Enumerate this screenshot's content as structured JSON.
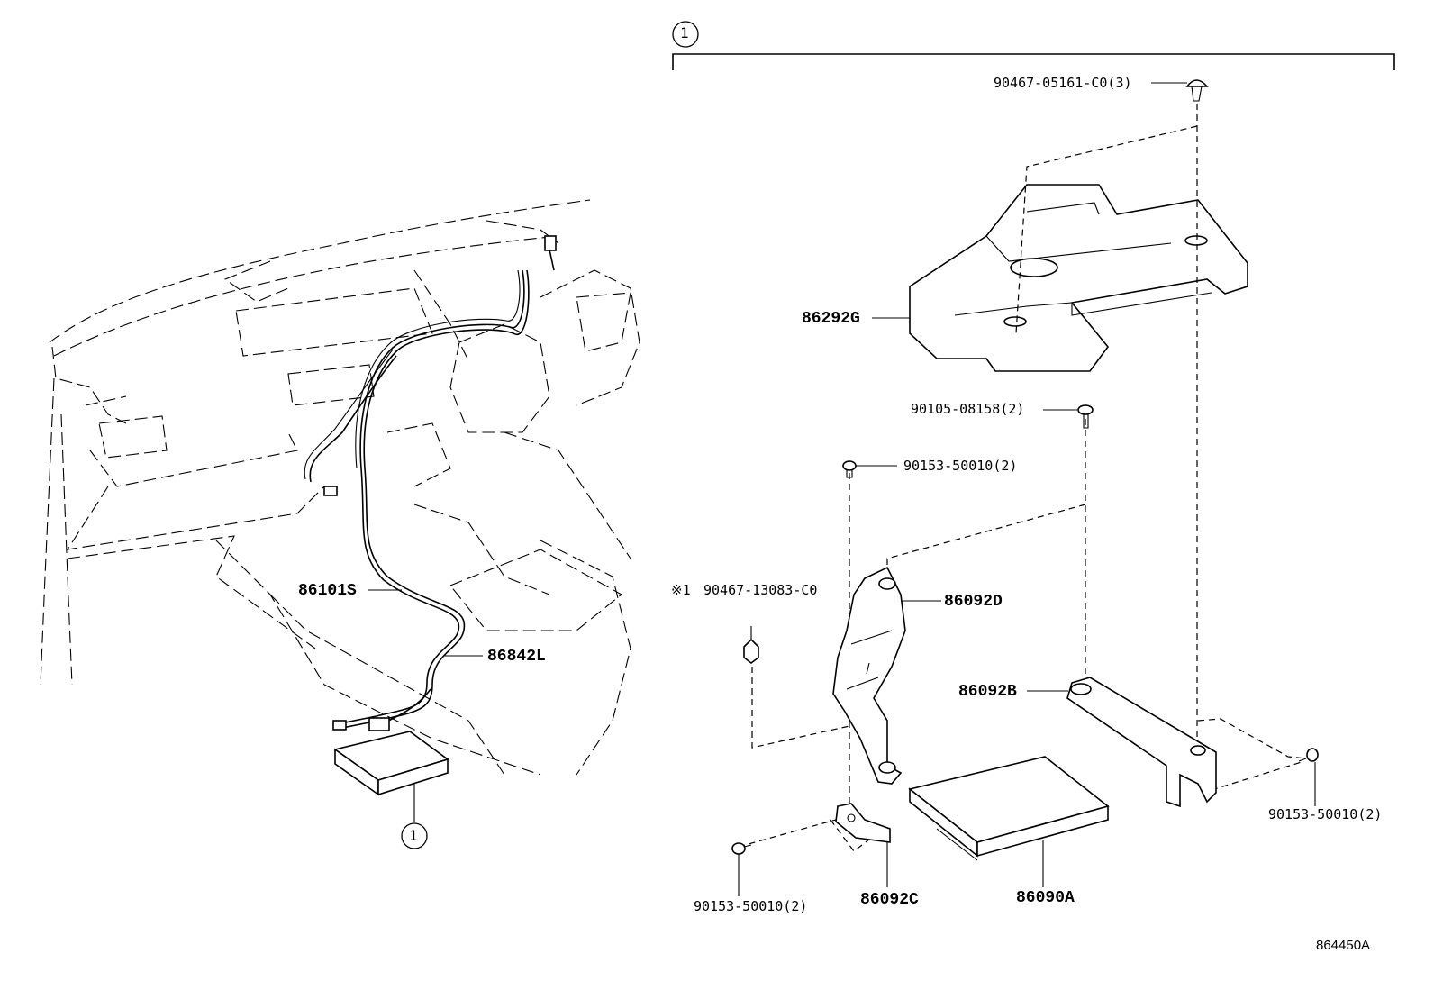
{
  "callout": {
    "number": "1"
  },
  "parts": {
    "p86292G": "86292G",
    "p86101S": "86101S",
    "p86842L": "86842L",
    "p86092D": "86092D",
    "p86092B": "86092B",
    "p86092C": "86092C",
    "p86090A": "86090A"
  },
  "fasteners": {
    "clip_top": "90467-05161-C0(3)",
    "bolt_mid": "90105-08158(2)",
    "screw_upper": "90153-50010(2)",
    "clip_note_mark": "※1",
    "clip_left": "90467-13083-C0",
    "screw_right": "90153-50010(2)",
    "screw_lower": "90153-50010(2)"
  },
  "diagram_code": "864450A"
}
